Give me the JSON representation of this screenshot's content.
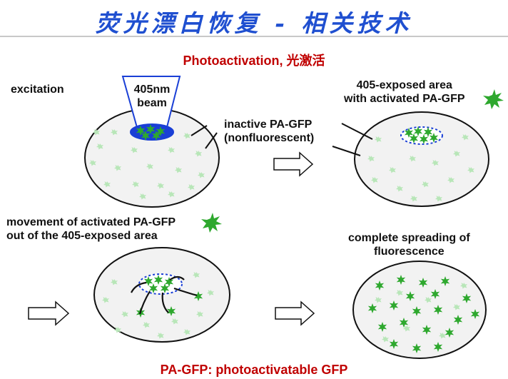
{
  "title": "荧光漂白恢复 - 相关技术",
  "subtitle": "Photoactivation, 光激活",
  "labels": {
    "excitation": "excitation",
    "beam_line1": "405nm",
    "beam_line2": "beam",
    "inactive_line1": "inactive PA-GFP",
    "inactive_line2": "(nonfluorescent)",
    "exposed_line1": "405-exposed area",
    "exposed_line2": "with activated PA-GFP",
    "movement_line1": "movement of activated PA-GFP",
    "movement_line2": "out of the 405-exposed area",
    "complete_line1": "complete spreading of",
    "complete_line2": "fluorescence"
  },
  "footer": "PA-GFP: photoactivatable GFP",
  "colors": {
    "title": "#1f4fd0",
    "red_text": "#c00000",
    "inactive_gfp": "#b8e6b8",
    "active_gfp": "#2ea82e",
    "exposed_outline": "#1a3fd6"
  },
  "panels": [
    {
      "name": "excitation-cell",
      "state": "405 beam hits the cell, PA-GFP still inactive"
    },
    {
      "name": "activated-cell",
      "state": "activated PA-GFP inside the exposed area"
    },
    {
      "name": "movement-cell",
      "state": "activated PA-GFP moves out of the exposed area"
    },
    {
      "name": "spread-cell",
      "state": "fluorescence spread across the whole cell"
    }
  ]
}
